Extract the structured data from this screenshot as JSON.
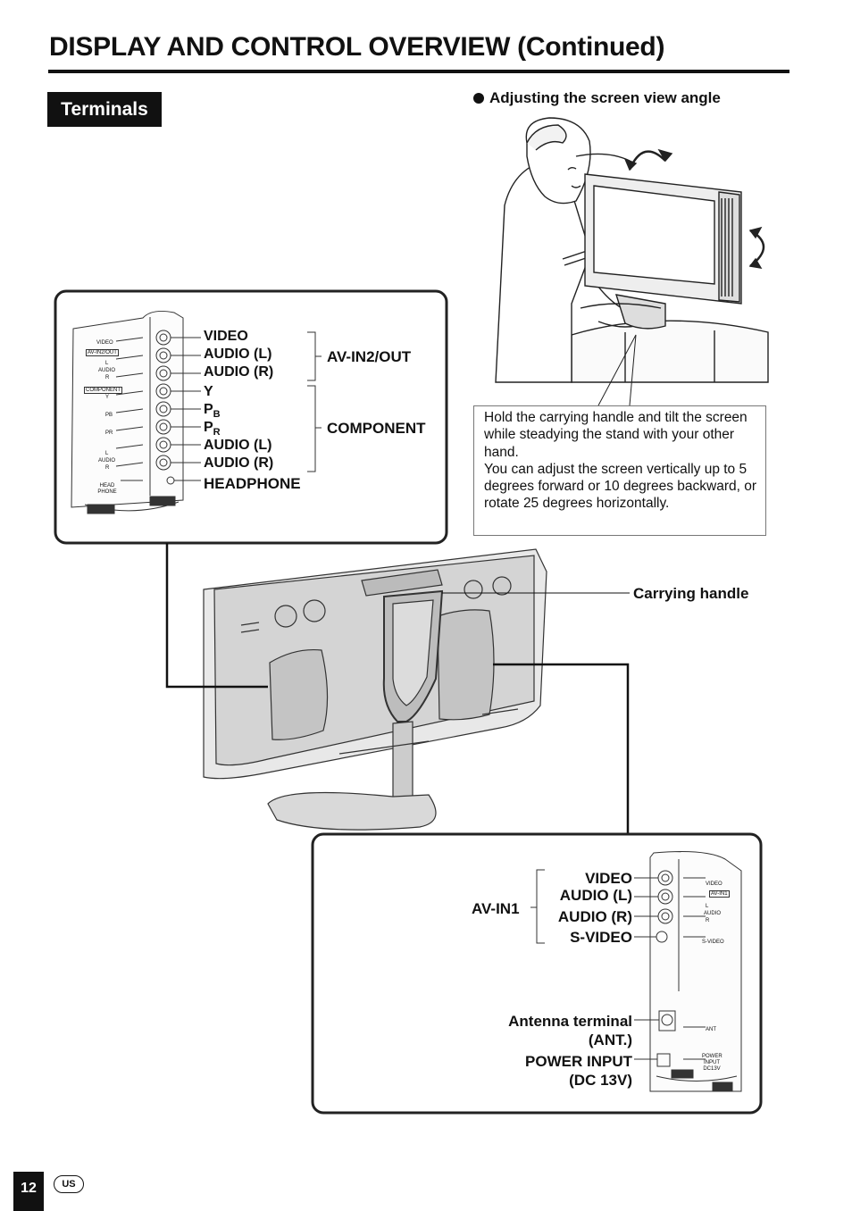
{
  "page": {
    "title": "DISPLAY AND CONTROL OVERVIEW (Continued)",
    "section": "Terminals",
    "page_number": "12",
    "region_badge": "US"
  },
  "view_angle": {
    "heading": "Adjusting the screen view angle",
    "note": "Hold the carrying handle and tilt the screen while steadying the stand with your other hand.\nYou can adjust the screen vertically up to 5 degrees forward or 10 degrees backward, or rotate 25 degrees horizontally."
  },
  "upper_panel": {
    "terminals": [
      "VIDEO",
      "AUDIO (L)",
      "AUDIO (R)",
      "Y",
      "PB",
      "PR",
      "AUDIO (L)",
      "AUDIO (R)"
    ],
    "headphone": "HEADPHONE",
    "group_av": "AV-IN2/OUT",
    "group_component": "COMPONENT",
    "mini_labels": [
      "VIDEO",
      "AV-IN2/OUT",
      "L",
      "AUDIO",
      "R",
      "COMPONENT",
      "Y",
      "PB",
      "PR",
      "L",
      "AUDIO",
      "R",
      "HEAD PHONE"
    ]
  },
  "carrying_handle": "Carrying handle",
  "lower_panel": {
    "group": "AV-IN1",
    "terminals": [
      "VIDEO",
      "AUDIO (L)",
      "AUDIO (R)",
      "S-VIDEO"
    ],
    "antenna": "Antenna terminal\n(ANT.)",
    "power": "POWER INPUT\n(DC 13V)",
    "mini_labels": [
      "VIDEO",
      "AV-IN1",
      "L",
      "AUDIO",
      "R",
      "S-VIDEO",
      "ANT",
      "POWER INPUT DC13V"
    ]
  }
}
